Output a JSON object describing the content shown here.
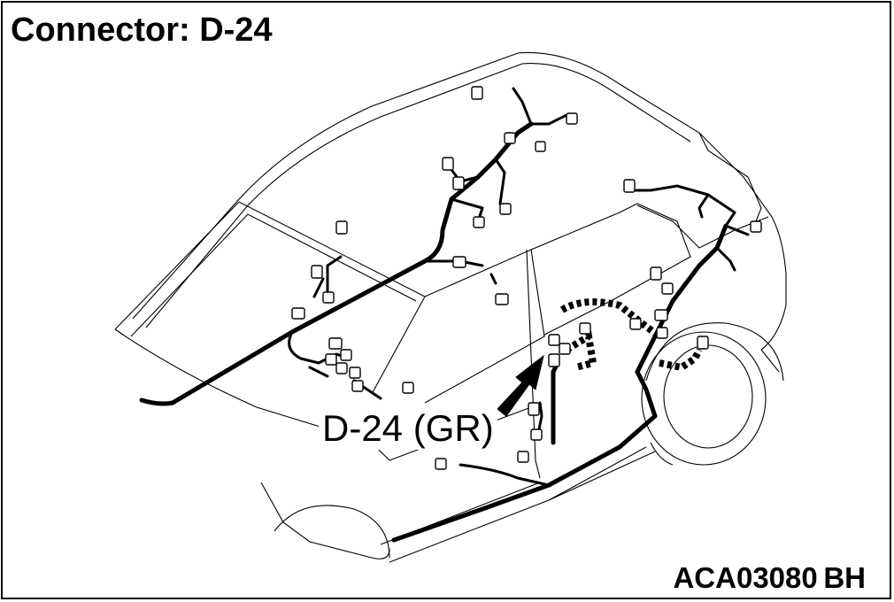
{
  "title": "Connector: D-24",
  "callout_label": "D-24 (GR)",
  "figure_code": "ACA03080 BH",
  "colors": {
    "line": "#000000",
    "background": "#ffffff"
  }
}
